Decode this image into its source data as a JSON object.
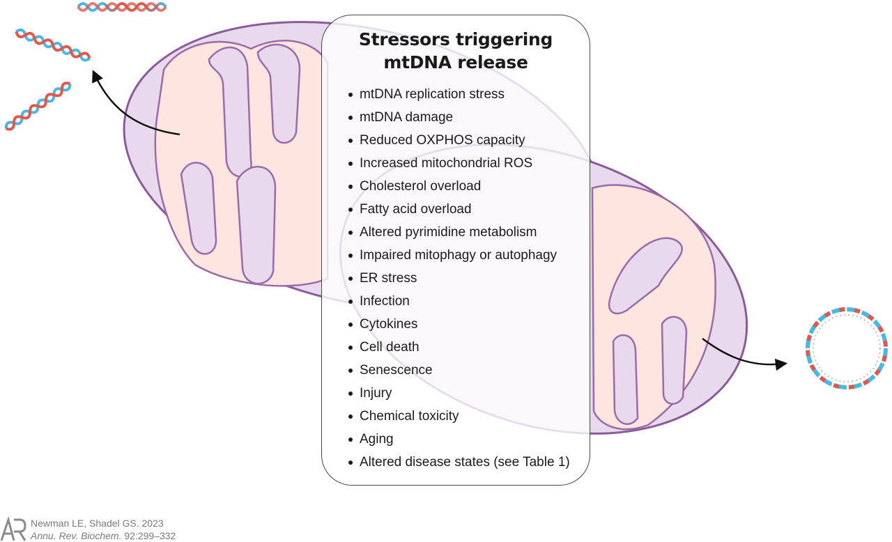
{
  "panel": {
    "title_line1": "Stressors triggering",
    "title_line2": "mtDNA release",
    "items": [
      "mtDNA replication stress",
      "mtDNA damage",
      "Reduced OXPHOS capacity",
      "Increased mitochondrial ROS",
      "Cholesterol overload",
      "Fatty acid overload",
      "Altered pyrimidine metabolism",
      "Impaired mitophagy or autophagy",
      "ER stress",
      "Infection",
      "Cytokines",
      "Cell death",
      "Senescence",
      "Injury",
      "Chemical toxicity",
      "Aging",
      "Altered disease states (see Table 1)"
    ]
  },
  "credit": {
    "authors": "Newman LE, Shadel GS. 2023",
    "journal": "Annu. Rev. Biochem.",
    "pages": " 92:299–332"
  },
  "colors": {
    "outer_membrane": "#8a5a9c",
    "matrix_fill": "#e8daec",
    "crista_fill": "#fde6df",
    "dna_blue": "#49b7e6",
    "dna_red": "#e0574b",
    "arrow": "#111111"
  }
}
